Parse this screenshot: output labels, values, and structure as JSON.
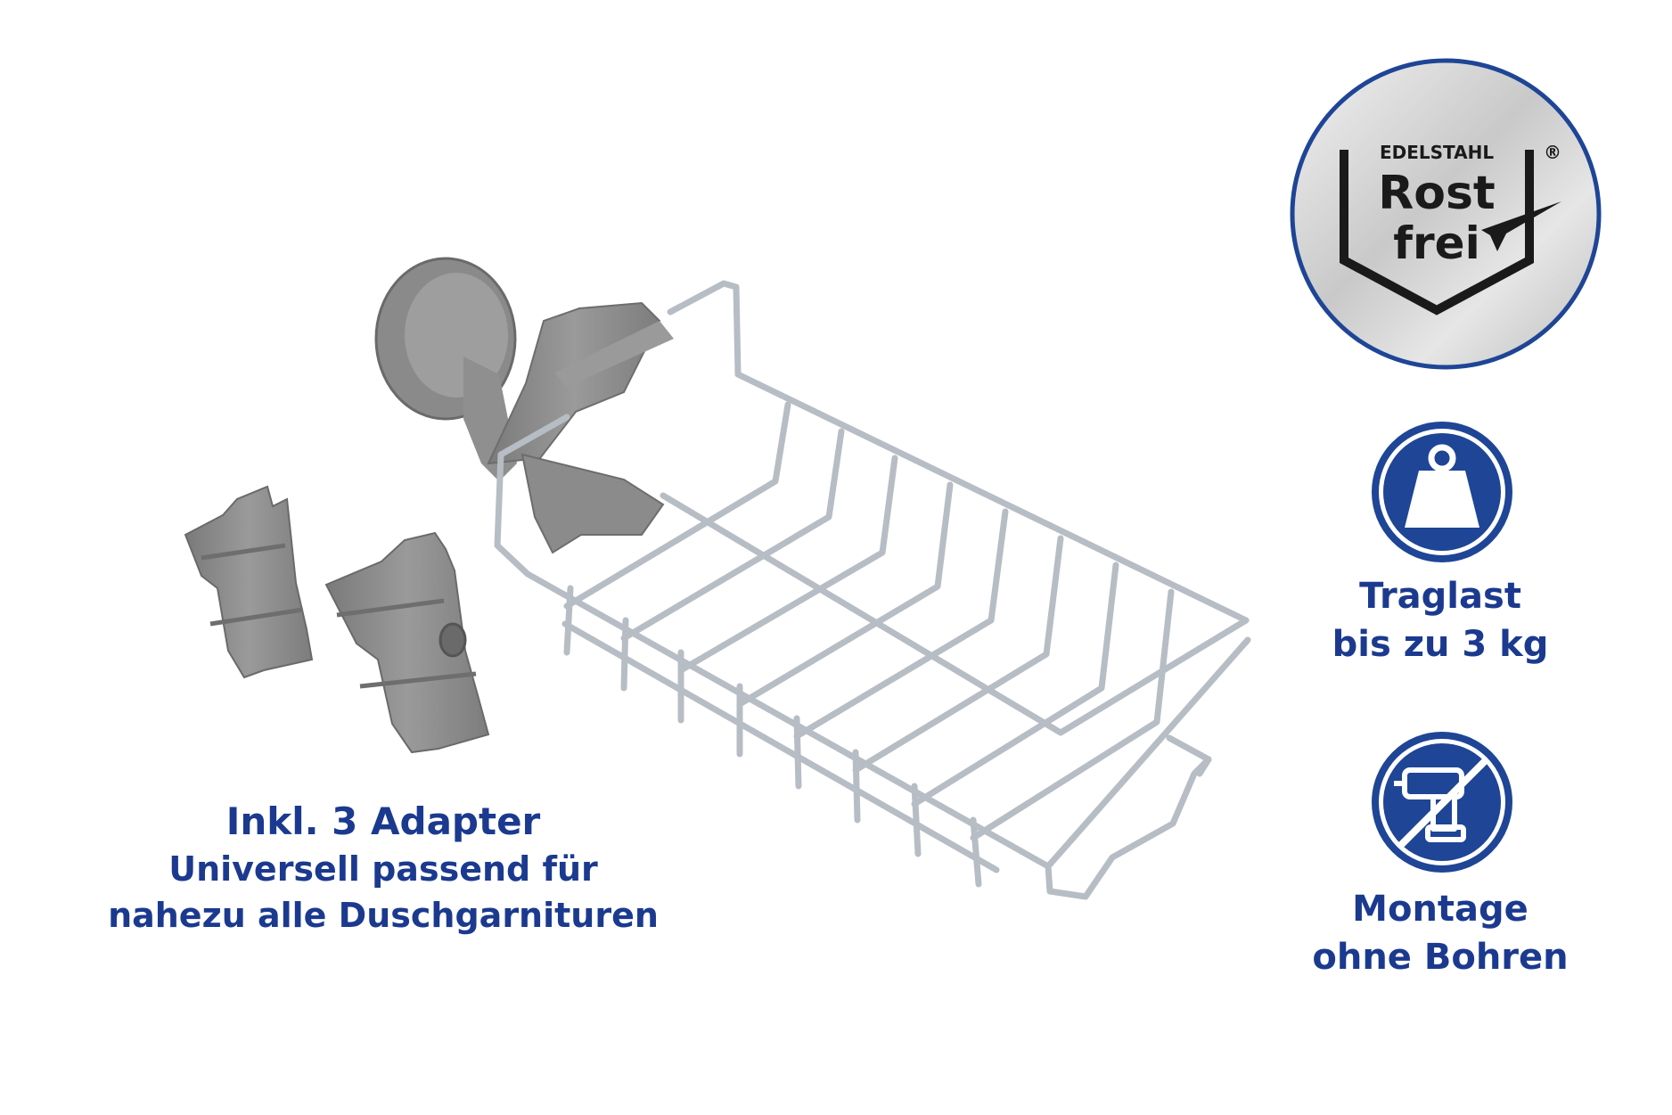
{
  "seal": {
    "brand": "EDELSTAHL",
    "registered": "®",
    "line1": "Rost",
    "line2": "frei"
  },
  "adapters": {
    "title": "Inkl. 3 Adapter",
    "line1": "Universell passend für",
    "line2": "nahezu alle Duschgarnituren"
  },
  "load": {
    "line1": "Traglast",
    "line2": "bis zu 3 kg"
  },
  "mounting": {
    "line1": "Montage",
    "line2": "ohne Bohren"
  },
  "icons": {
    "weight": "weight-icon",
    "drill": "no-drill-icon",
    "seal": "stainless-steel-seal-icon"
  },
  "colors": {
    "brand_blue": "#1b3a8f",
    "icon_blue": "#1e4596",
    "plastic_gray": "#8a8a8a",
    "wire_chrome": "#b7bdc4"
  }
}
